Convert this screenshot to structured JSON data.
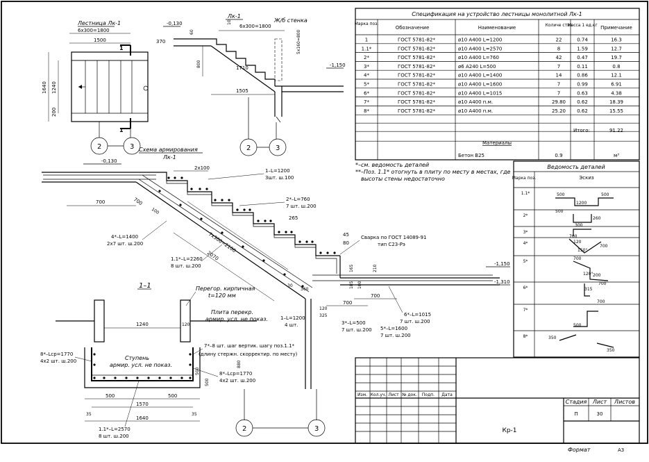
{
  "drawing": {
    "plan": {
      "title": "Лестница Лк-1",
      "dim_total": "6х300=1800",
      "dim_1500": "1500",
      "dim_1640": "1640",
      "dim_1240": "1240",
      "dim_200": "200",
      "cut_mark": "1",
      "axis_left": "2",
      "axis_right": "3"
    },
    "section_top": {
      "title": "Лк-1",
      "level": "-0,130",
      "dim_370": "370",
      "dim_60": "60",
      "dim_10": "10",
      "dim_steps": "6х300=1800",
      "wall_label": "Ж/б стенка",
      "dim_height": "5х160=800",
      "dim_800": "800",
      "dim_1710": "1710",
      "dim_1505": "1505",
      "level_right": "-1,150",
      "axis_left": "2",
      "axis_right": "3"
    },
    "reinforcement": {
      "title": "Схема армирования",
      "subtitle": "Лк-1",
      "level": "-0,130",
      "dim_2x100": "2х100",
      "dim_700a": "700",
      "dim_700b": "700",
      "dim_100": "100",
      "dim_265": "265",
      "dim_45": "45",
      "dim_80": "80",
      "dim_7x300": "7х300=2100",
      "dim_2070": "2070",
      "label_1": "1–L=1200",
      "label_1b": "3шт. ш.100",
      "label_2": "2*–L=760",
      "label_2b": "7 шт. ш.200",
      "label_4": "4*–L=1400",
      "label_4b": "2х7 шт. ш.200",
      "label_11": "1.1*–L=2260",
      "label_11b": "8 шт. ш.200",
      "label_weld": "Сварка по ГОСТ 14089-91",
      "label_weld_b": "тип С23-Рэ",
      "label_1c": "1–L=1200",
      "label_1d": "4 шт.",
      "label_3": "3*–L=500",
      "label_3b": "7 шт. ш.200",
      "label_5": "5*–L=1600",
      "label_5b": "7 шт. ш.200",
      "label_6": "6*–L=1015",
      "label_6b": "7 шт. ш.200",
      "level_1150": "-1,150",
      "level_1310": "-1,310",
      "dim_700c": "700",
      "dim_700d": "700",
      "dim_165": "165",
      "dim_210": "210",
      "dim_185": "185",
      "dim_100b": "100",
      "dim_120": "120",
      "dim_325": "325",
      "dim_30": "30",
      "dim_360": "360"
    },
    "cut": {
      "title": "1–1",
      "partition": "Перегор. кирпичная",
      "partition_b": "t=120 мм",
      "slab": "Плита перекр.",
      "slab_b": "армир. усл. не показ.",
      "dim_1240": "1240",
      "dim_120": "120",
      "step": "Ступень",
      "step_b": "армир. усл. не показ.",
      "bar_8a": "8*–Lср=1770",
      "bar_8a_b": "4х2 шт. ш.200",
      "bar_8b": "8*–Lср=1770",
      "bar_8b_b": "4х2 шт. ш.200",
      "bar_7": "7*–8 шт. шаг вертик. шагу поз.1.1*",
      "bar_7_b": "(длину стержн. скорректир. по месту)",
      "dim_500a": "500",
      "dim_500b": "500",
      "dim_1570": "1570",
      "dim_1640": "1640",
      "dim_35a": "35",
      "dim_35b": "35",
      "dim_880": "880",
      "dim_500c": "500",
      "dim_500d": "500",
      "bar_11": "1.1*–L=2570",
      "bar_11_b": "8 шт. ш.200",
      "axis_left": "2",
      "axis_right": "3"
    }
  },
  "spec_table": {
    "title": "Спецификация на устройство  лестницы монолитной Лк-1",
    "headers": [
      "Марка поз.",
      "Обозначение",
      "Наименование",
      "Количе ство",
      "Масса 1 ед.кг",
      "Примечание"
    ],
    "rows": [
      {
        "mark": "1",
        "code": "ГОСТ 5781-82*",
        "name": "ø10 А400  L=1200",
        "qty": "22",
        "mass": "0.74",
        "note": "16.3"
      },
      {
        "mark": "1.1*",
        "code": "ГОСТ 5781-82*",
        "name": "ø10 А400  L=2570",
        "qty": "8",
        "mass": "1.59",
        "note": "12.7"
      },
      {
        "mark": "2*",
        "code": "ГОСТ 5781-82*",
        "name": "ø10 А400  L=760",
        "qty": "42",
        "mass": "0.47",
        "note": "19.7"
      },
      {
        "mark": "3*",
        "code": "ГОСТ 5781-82*",
        "name": "ø6 А240  L=500",
        "qty": "7",
        "mass": "0.11",
        "note": "0.8"
      },
      {
        "mark": "4*",
        "code": "ГОСТ 5781-82*",
        "name": "ø10 А400  L=1400",
        "qty": "14",
        "mass": "0.86",
        "note": "12.1"
      },
      {
        "mark": "5*",
        "code": "ГОСТ 5781-82*",
        "name": "ø10 А400  L=1600",
        "qty": "7",
        "mass": "0.99",
        "note": "6.91"
      },
      {
        "mark": "6*",
        "code": "ГОСТ 5781-82*",
        "name": "ø10 А400  L=1015",
        "qty": "7",
        "mass": "0.63",
        "note": "4.38"
      },
      {
        "mark": "7*",
        "code": "ГОСТ 5781-82*",
        "name": "ø10 А400  п.м.",
        "qty": "29.80",
        "mass": "0.62",
        "note": "18.39"
      },
      {
        "mark": "8*",
        "code": "ГОСТ 5781-82*",
        "name": "ø10 А400  п.м.",
        "qty": "25.20",
        "mass": "0.62",
        "note": "15.55"
      }
    ],
    "total_label": "Итого:",
    "total_value": "91.22",
    "materials_label": "Материалы",
    "concrete_name": "Бетон В25",
    "concrete_qty": "0.9",
    "concrete_unit": "м³"
  },
  "notes": {
    "line1": "*–см. ведомость деталей",
    "line2": "**–Поз. 1.1* отогнуть в плиту по месту в местах, где",
    "line3": "высоты стены недостаточно"
  },
  "details": {
    "title": "Ведомость деталей",
    "col_mark": "Марка поз.",
    "col_sketch": "Эскиз",
    "rows": [
      {
        "mark": "1.1*",
        "d1": "500",
        "d2": "1200",
        "d3": "500"
      },
      {
        "mark": "2*",
        "d1": "500",
        "d2": "260"
      },
      {
        "mark": "3*",
        "d1": "300",
        "d2": "120"
      },
      {
        "mark": "4*",
        "d1": "700",
        "d2": "150°",
        "d3": "700"
      },
      {
        "mark": "5*",
        "d1": "700",
        "d2": "120°",
        "d3": "200",
        "d4": "700"
      },
      {
        "mark": "6*",
        "d1": "315",
        "d2": "700"
      },
      {
        "mark": "7*",
        "d1": "500"
      },
      {
        "mark": "8*",
        "d1": "350",
        "d2": "350"
      }
    ]
  },
  "title_block": {
    "cols": [
      "Изм.",
      "Кол.уч.",
      "Лист",
      "№ док.",
      "Подп.",
      "Дата"
    ],
    "stage_h": "Стадия",
    "sheet_h": "Лист",
    "sheets_h": "Листов",
    "stage": "П",
    "sheet": "30",
    "sheets": "",
    "code": "Кр-1",
    "format_label": "Формат",
    "format_value": "А3"
  }
}
